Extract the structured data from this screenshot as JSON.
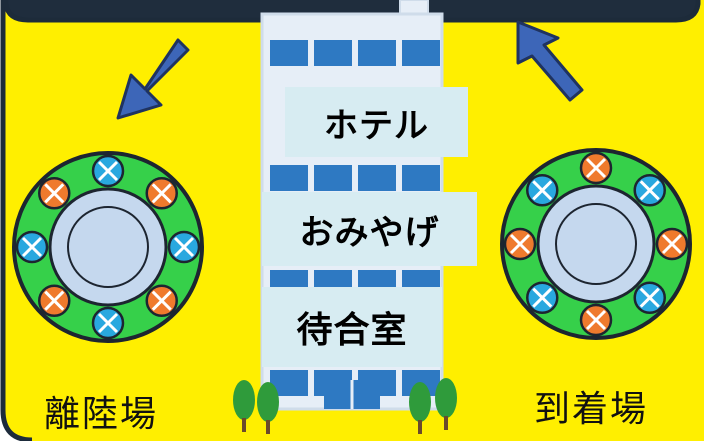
{
  "colors": {
    "background": "#ffef00",
    "border": "#1d2b3a",
    "arrow_fill": "#3d66b8",
    "arrow_stroke": "#1f3360",
    "building_blue": "#2e79c2",
    "building_light": "#e6eef7",
    "building_outline": "#cfdcea",
    "label_bg": "#d7ecf2",
    "pad_ring": "#36d04a",
    "pad_center": "#c5d8ee",
    "pad_dark": "#1d2530",
    "rotor_orange": "#ef7a2d",
    "rotor_blue": "#29a8df",
    "tree_green": "#2f9b3b"
  },
  "building": {
    "icon": "office-building-icon",
    "floors": [
      "ホテル",
      "おみやげ",
      "待合室"
    ]
  },
  "pads": {
    "departure": {
      "label": "離陸場",
      "icon": "vertiport-pad-icon",
      "rotors": [
        "blue",
        "orange",
        "blue",
        "orange",
        "blue",
        "orange",
        "blue",
        "orange"
      ]
    },
    "arrival": {
      "label": "到着場",
      "icon": "vertiport-pad-icon",
      "rotors": [
        "orange",
        "blue",
        "orange",
        "blue",
        "orange",
        "blue",
        "orange",
        "blue"
      ]
    }
  },
  "arrows": {
    "to_departure": "arrow-down-left-icon",
    "from_arrival": "arrow-up-left-icon"
  }
}
